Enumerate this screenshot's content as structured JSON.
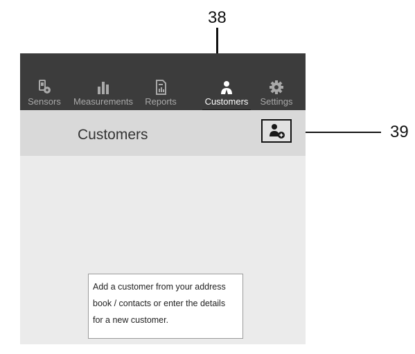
{
  "callouts": {
    "tab_marker": "38",
    "add_marker": "39"
  },
  "tabs": [
    {
      "label": "Sensors",
      "icon": "sensor-icon"
    },
    {
      "label": "Measurements",
      "icon": "bar-chart-icon"
    },
    {
      "label": "Reports",
      "icon": "report-icon"
    },
    {
      "label": "Customers",
      "icon": "customer-icon",
      "active": true
    },
    {
      "label": "Settings",
      "icon": "gear-icon"
    }
  ],
  "header": {
    "title": "Customers",
    "add_button_icon": "add-customer-icon"
  },
  "info": {
    "lines": [
      "Add a customer from your address",
      "book / contacts or enter the details",
      "for a new customer."
    ]
  },
  "colors": {
    "tabbar": "#3c3c3c",
    "tab_inactive": "#a9a9a9",
    "tab_active": "#ffffff",
    "header": "#d9d9d9",
    "content": "#ebebeb"
  }
}
